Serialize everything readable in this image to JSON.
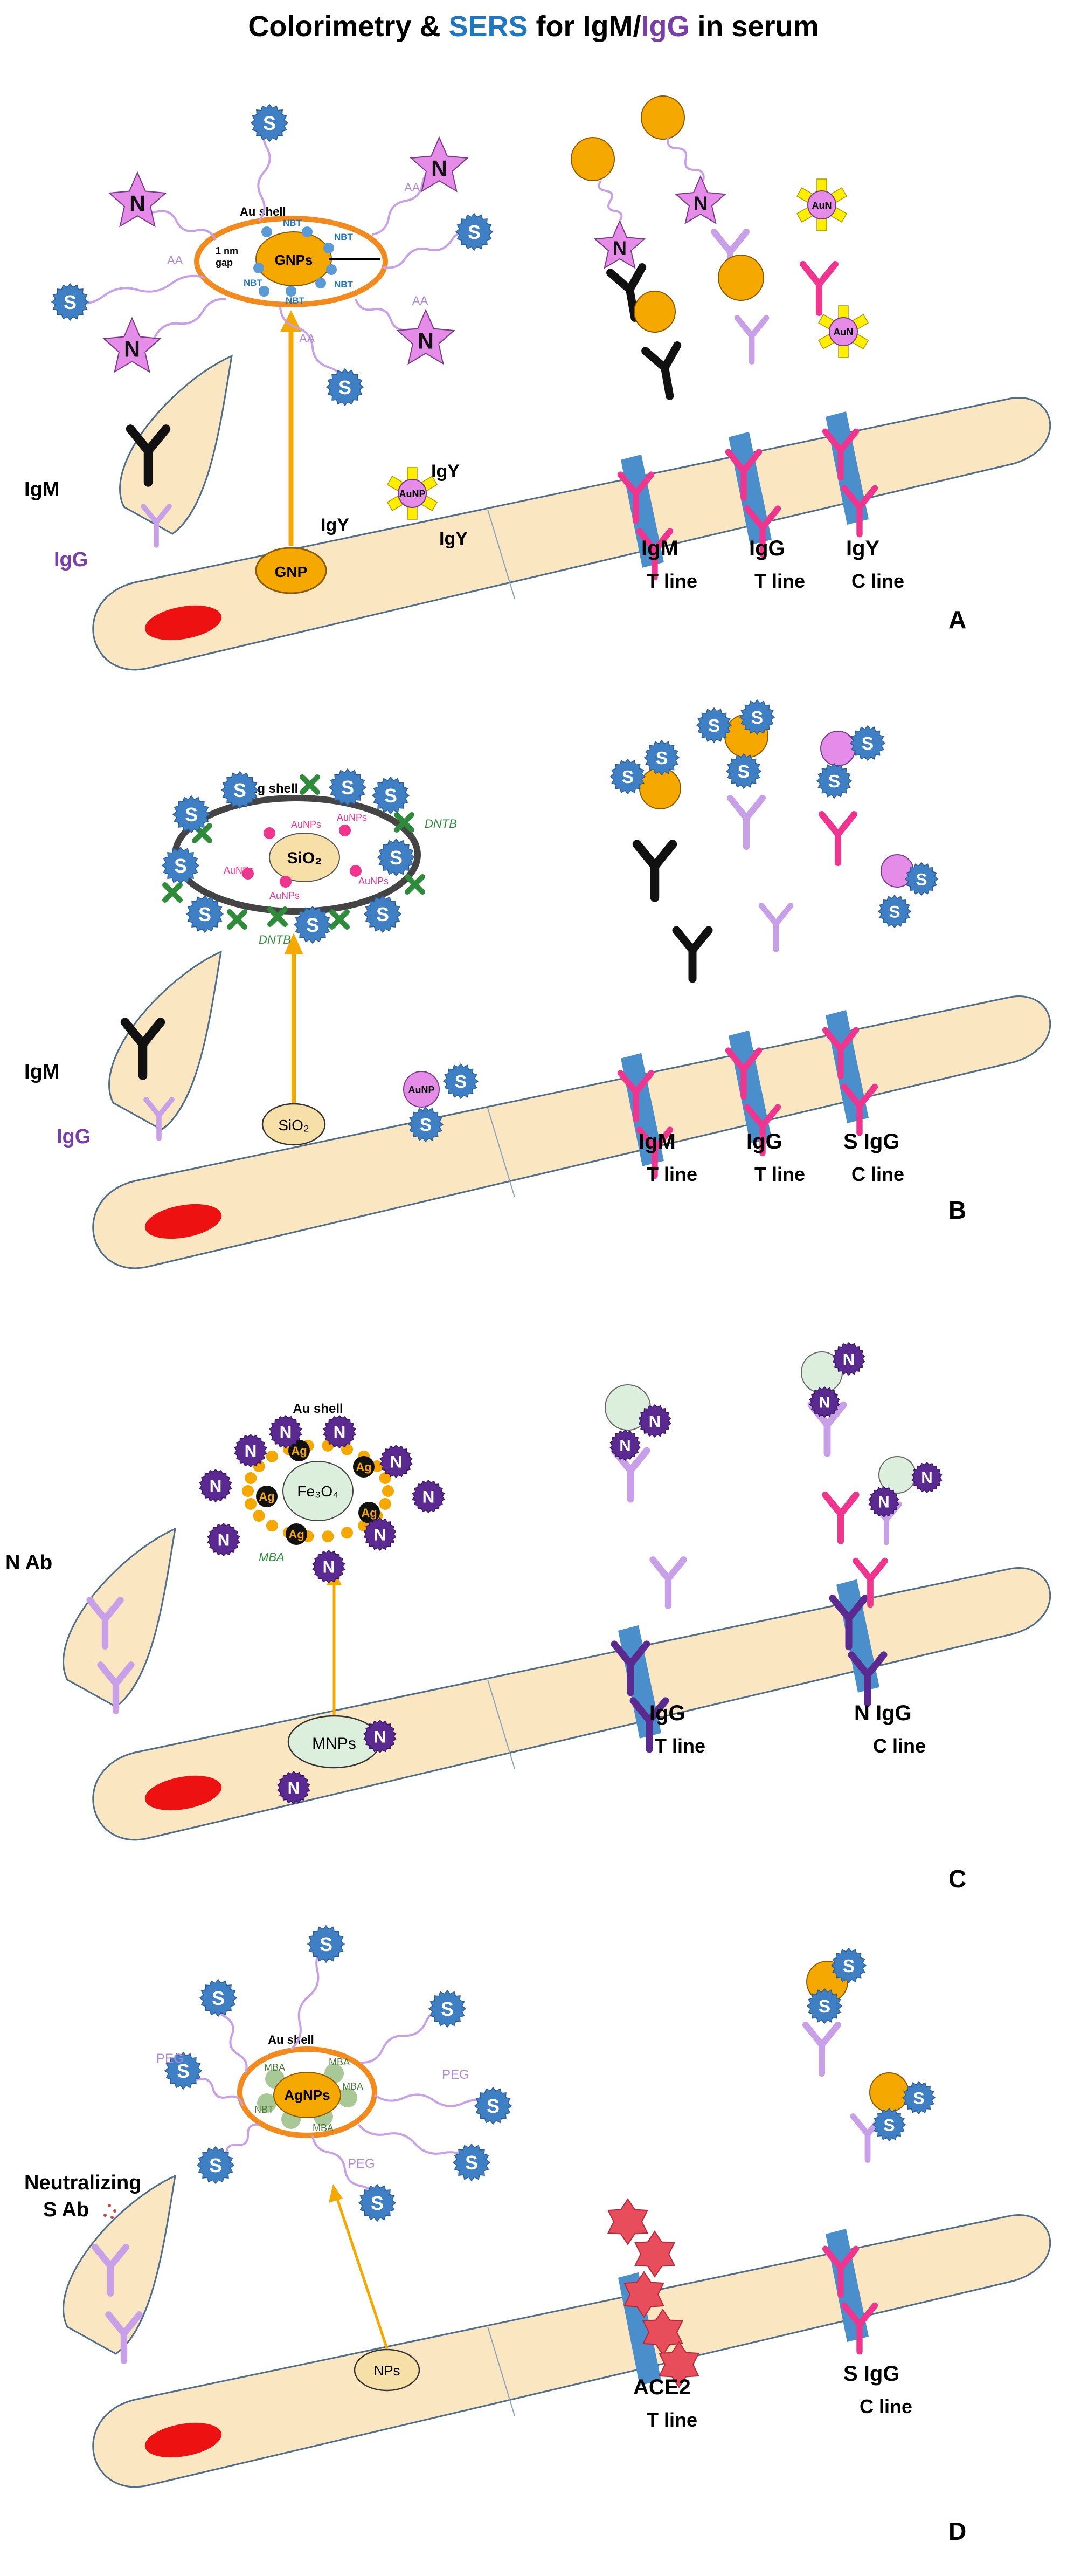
{
  "title": {
    "part1": "Colorimetry & ",
    "part2": "SERS",
    "part3": " for IgM/",
    "part4": "IgG",
    "part5": "  in serum"
  },
  "colors": {
    "strip": "#fbe6c2",
    "strip_stroke": "#4e6e8c",
    "line_band": "#4a8fcc",
    "pad": "#ee1111",
    "igm": "#111111",
    "igg_light": "#c8a0e8",
    "magenta": "#f0358f",
    "purple_dark": "#5b2a90",
    "gold": "#f5a800",
    "blue_s": "#3f7fc4",
    "purple_n": "#5b2a90",
    "pink_star": "#e48ce8",
    "yellow": "#ffee00",
    "orange_ring": "#f28a1e",
    "gray_ring": "#444444",
    "green_x": "#2e8b3a",
    "mint": "#dcefdc"
  },
  "panels": {
    "A": {
      "letter": "A",
      "sample": {
        "top": "IgM",
        "bottom": "IgG"
      },
      "probe": {
        "core": "GNPs",
        "shell": "Au shell",
        "gap1": "1 nm",
        "gap2": "gap",
        "reporter": "NBT",
        "linker": "AA",
        "antigen": "N",
        "spike": "S"
      },
      "pad_label": "GNP",
      "control_probe": {
        "core": "AuNP",
        "ig1": "IgY",
        "ig2": "IgY",
        "ig3": "IgY"
      },
      "lines": [
        {
          "name": "IgM",
          "sub": "T line"
        },
        {
          "name": "IgG",
          "sub": "T line"
        },
        {
          "name": "IgY",
          "sub": "C line"
        }
      ],
      "top_aun": "AuN"
    },
    "B": {
      "letter": "B",
      "sample": {
        "top": "IgM",
        "bottom": "IgG"
      },
      "probe": {
        "core": "SiO₂",
        "shell": "Ag shell",
        "np": "AuNPs",
        "reporter": "DNTB",
        "spike": "S"
      },
      "pad_label": "SiO₂",
      "control_probe": {
        "core": "AuNP"
      },
      "lines": [
        {
          "name": "IgM",
          "sub": "T line"
        },
        {
          "name": "IgG",
          "sub": "T line"
        },
        {
          "name": "S IgG",
          "sub": "C line"
        }
      ]
    },
    "C": {
      "letter": "C",
      "sample": {
        "top": "N Ab"
      },
      "probe": {
        "core": "Fe₃O₄",
        "shell": "Au shell",
        "dot": "Ag",
        "reporter": "MBA",
        "antigen": "N"
      },
      "pad_label": "MNPs",
      "lines": [
        {
          "name": "IgG",
          "sub": "T line"
        },
        {
          "name": "N IgG",
          "sub": "C line"
        }
      ]
    },
    "D": {
      "letter": "D",
      "sample": {
        "top": "Neutralizing",
        "bottom": "S Ab"
      },
      "probe": {
        "core": "AgNPs",
        "shell": "Au shell",
        "reporter": "MBA",
        "reporter2": "NBT",
        "linker": "PEG",
        "spike": "S"
      },
      "pad_label": "NPs",
      "lines": [
        {
          "name": "ACE2",
          "sub": "T line"
        },
        {
          "name": "S IgG",
          "sub": "C line"
        }
      ]
    }
  }
}
